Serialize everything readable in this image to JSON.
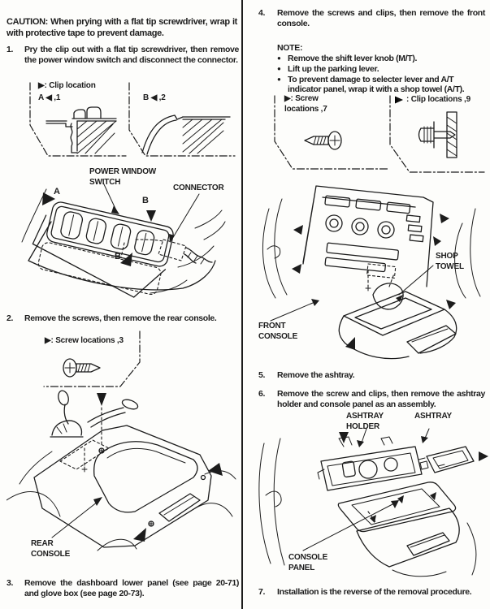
{
  "colors": {
    "ink": "#1c1c1c",
    "paper": "#fdfdfb"
  },
  "caution": "CAUTION: When prying with a flat tip screwdriver, wrap it with protective tape to prevent damage.",
  "steps": {
    "s1": {
      "num": "1.",
      "text": "Pry the clip out with a flat tip screwdriver, then remove the power window switch and disconnect the connector."
    },
    "s2": {
      "num": "2.",
      "text": "Remove the screws, then remove the rear console."
    },
    "s3": {
      "num": "3.",
      "text": "Remove the dashboard lower panel (see page 20-71) and glove box (see page 20-73)."
    },
    "s4": {
      "num": "4.",
      "text": "Remove the screws and clips, then remove the front console."
    },
    "s5": {
      "num": "5.",
      "text": "Remove the ashtray."
    },
    "s6": {
      "num": "6.",
      "text": "Remove the screw and clips, then remove the ashtray holder and console panel as an assembly."
    },
    "s7": {
      "num": "7.",
      "text": "Installation is the reverse of the removal procedure."
    }
  },
  "note": {
    "title": "NOTE:",
    "marker": "●",
    "bullets": [
      "Remove the shift lever knob (M/T).",
      "Lift up the parking lever.",
      "To prevent damage to selecter lever and A/T indicator panel, wrap it with a shop towel (A/T)."
    ]
  },
  "legends": {
    "clip_location_title": "▶: Clip location",
    "clip_location_a": "A ◀ ,1",
    "clip_location_b": "B ◀ ,2",
    "screw_locations_rear": "▶: Screw locations ,3",
    "screw_locations_front": "▶: Screw\nlocations ,7",
    "clip_locations_front": ": Clip locations ,9"
  },
  "diagram_labels": {
    "power_window_switch": "POWER WINDOW\nSWITCH",
    "connector": "CONNECTOR",
    "marker_a": "A",
    "marker_b": "B",
    "rear_console": "REAR\nCONSOLE",
    "shop_towel": "SHOP\nTOWEL",
    "front_console": "FRONT\nCONSOLE",
    "ashtray_holder": "ASHTRAY\nHOLDER",
    "ashtray": "ASHTRAY",
    "console_panel": "CONSOLE\nPANEL"
  }
}
